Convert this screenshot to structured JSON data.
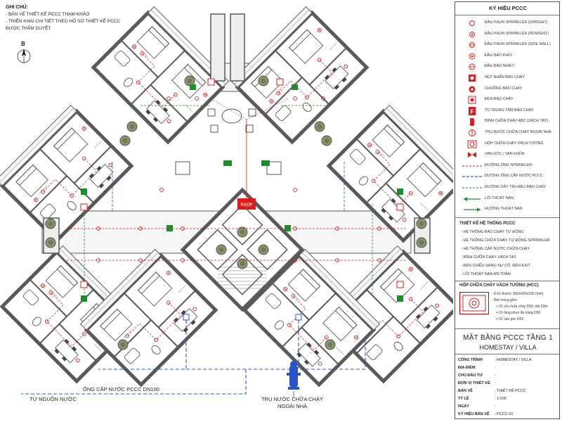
{
  "notes": {
    "title": "GHI CHÚ:",
    "lines": [
      "- BẢN VẼ THIẾT KẾ PCCC THAM KHẢO",
      "- TRIỂN KHAI CHI TIẾT THEO HỒ SƠ THIẾT KẾ PCCC",
      "ĐƯỢC THẨM DUYỆT"
    ]
  },
  "compass": {
    "letter": "B"
  },
  "plan": {
    "facp_label": "FACP",
    "pipe_label": "ỐNG CẤP NƯỚC PCCC DN100",
    "source_label": "TỪ NGUỒN NƯỚC",
    "hydrant_label_1": "TRỤ NƯỚC CHỮA CHÁY",
    "hydrant_label_2": "NGOÀI NHÀ",
    "colors": {
      "wall": "#5a5a5a",
      "red": "#e01b1b",
      "blue": "#2a55c8",
      "green": "#1c8c2c",
      "furniture": "#444444",
      "tree": "#6f7a58"
    }
  },
  "legend": {
    "title": "KÝ HIỆU PCCC",
    "items": [
      {
        "icon": "sprinkler-upright-icon",
        "label": "ĐẦU PHUN SPRINKLER (UPRIGHT)"
      },
      {
        "icon": "sprinkler-pendent-icon",
        "label": "ĐẦU PHUN SPRINKLER (PENDENT)"
      },
      {
        "icon": "sprinkler-sidewall-icon",
        "label": "ĐẦU PHUN SPRINKLER (SIDE WALL)"
      },
      {
        "icon": "smoke-detector-icon",
        "label": "ĐẦU BÁO KHÓI"
      },
      {
        "icon": "heat-detector-icon",
        "label": "ĐẦU BÁO NHIỆT"
      },
      {
        "icon": "manual-call-point-icon",
        "label": "NÚT NHẤN BÁO CHÁY"
      },
      {
        "icon": "fire-bell-icon",
        "label": "CHUÔNG BÁO CHÁY"
      },
      {
        "icon": "fire-light-icon",
        "label": "ĐÈN BÁO CHÁY"
      },
      {
        "icon": "fire-panel-icon",
        "label": "TỦ TRUNG TÂM BÁO CHÁY"
      },
      {
        "icon": "extinguisher-icon",
        "label": "BÌNH CHỮA CHÁY ABC (XÁCH TAY)"
      },
      {
        "icon": "outdoor-hydrant-icon",
        "label": "TRỤ NƯỚC CHỮA CHÁY NGOÀI NHÀ"
      },
      {
        "icon": "hose-cabinet-icon",
        "label": "HỘP CHỮA CHÁY VÁCH TƯỜNG"
      },
      {
        "icon": "valve-icon",
        "label": "VAN GÓC / VAN KHÓA"
      },
      {
        "icon": "sprinkler-pipe-icon",
        "label": "ĐƯỜNG ỐNG SPRINKLER"
      },
      {
        "icon": "water-pipe-icon",
        "label": "ĐƯỜNG ỐNG CẤP NƯỚC PCCC"
      },
      {
        "icon": "signal-wire-icon",
        "label": "ĐƯỜNG DÂY TÍN HIỆU BÁO CHÁY"
      },
      {
        "icon": "exit-arrow-icon",
        "label": "LỐI THOÁT NẠN"
      },
      {
        "icon": "escape-direction-icon",
        "label": "HƯỚNG THOÁT NẠN"
      }
    ]
  },
  "design": {
    "title": "THIẾT KẾ HỆ THỐNG PCCC",
    "items": [
      "- HỆ THỐNG BÁO CHÁY TỰ ĐỘNG",
      "- HỆ THỐNG CHỮA CHÁY TỰ ĐỘNG SPRINKLER",
      "- HỆ THỐNG CẤP NƯỚC CHỮA CHÁY",
      "- BÌNH CHỮA CHÁY XÁCH TAY",
      "- ĐÈN CHIẾU SÁNG SỰ CỐ, ĐÈN EXIT",
      "- LỐI THOÁT NẠN AN TOÀN"
    ]
  },
  "hcc": {
    "title": "HỘP CHỮA CHÁY VÁCH TƯỜNG (HCC)",
    "details": [
      "- Kích thước: 600x500x180 (mm)",
      "- Bên trong gồm:",
      "+ 01 vòi chữa cháy D50, dài 20m",
      "+ 01 lăng phun đa năng D50",
      "+ 01 van góc D50"
    ]
  },
  "title_block": {
    "main": "MẶT BẰNG PCCC TẦNG 1",
    "sub": "HOMESTAY / VILLA",
    "rows": [
      {
        "key": "CÔNG TRÌNH",
        "value": ": HOMESTAY / VILLA"
      },
      {
        "key": "ĐỊA ĐIỂM",
        "value": ":"
      },
      {
        "key": "CHỦ ĐẦU TƯ",
        "value": ":"
      },
      {
        "key": "ĐƠN VỊ THIẾT KẾ",
        "value": ":"
      },
      {
        "key": "BẢN VẼ",
        "value": ": THIẾT KẾ PCCC"
      },
      {
        "key": "TỶ LỆ",
        "value": ": 1/100"
      },
      {
        "key": "NGÀY",
        "value": ":"
      },
      {
        "key": "KÝ HIỆU BẢN VẼ",
        "value": ": PCCC-01"
      }
    ]
  }
}
